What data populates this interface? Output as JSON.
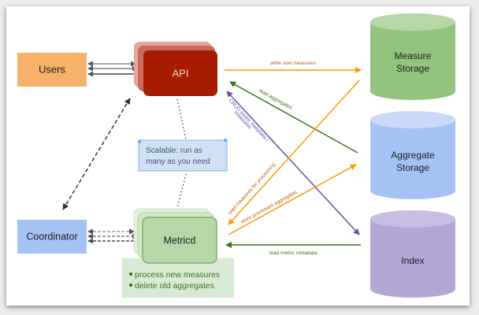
{
  "diagram": {
    "nodes": {
      "users": {
        "label": "Users",
        "fill": "#f6b26b"
      },
      "api": {
        "label": "API",
        "fill": "#a61c00"
      },
      "coordinator": {
        "label": "Coordinator",
        "fill": "#a4c2f4"
      },
      "metricd": {
        "label": "Metricd",
        "fill": "#b6d7a8"
      },
      "measure_storage": {
        "line1": "Measure",
        "line2": "Storage",
        "fill": "#93c47d"
      },
      "aggregate_storage": {
        "line1": "Aggregate",
        "line2": "Storage",
        "fill": "#a4c2f4"
      },
      "index": {
        "label": "Index",
        "fill": "#b4a7d6"
      }
    },
    "note": {
      "line1": "Scalable: run as",
      "line2": "many as you need",
      "fill": "#cfe2f3"
    },
    "metricd_tasks": {
      "items": [
        "process new measures",
        "delete old aggregates"
      ],
      "fill": "#d9ead3"
    },
    "edges": {
      "write_new_measures": {
        "label": "write new measures",
        "color": "#ff9900"
      },
      "read_aggregates": {
        "label": "read aggregates",
        "color": "#38761d"
      },
      "crud_metric_metadata": {
        "line1": "CRUD metric metadata /",
        "line2": "measures",
        "color": "#674ea7"
      },
      "read_measures_for_processing": {
        "label": "read measures for processing",
        "color": "#ff9900"
      },
      "store_processed_aggregates": {
        "label": "store processed aggregates",
        "color": "#ff9900"
      },
      "read_metric_metadata": {
        "label": "read metric metadata",
        "color": "#38761d"
      }
    }
  }
}
